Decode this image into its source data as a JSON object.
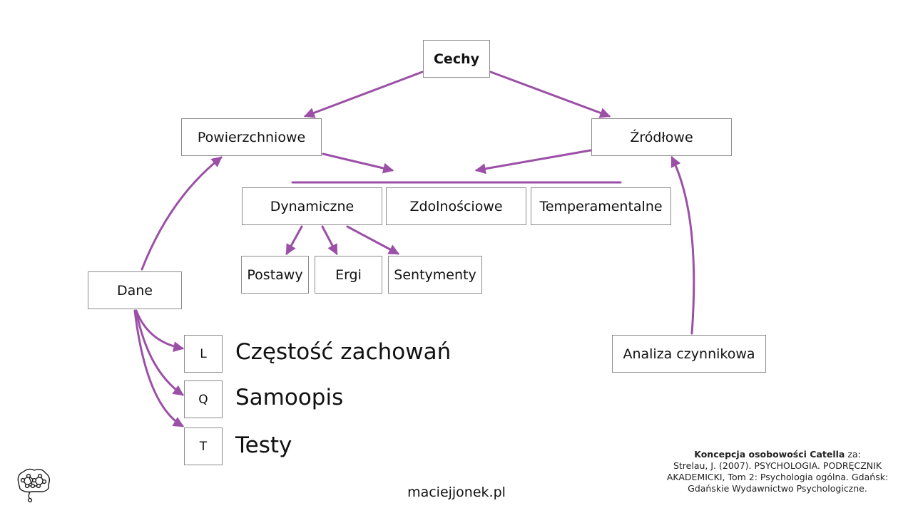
{
  "colors": {
    "arrow": "#9b4fa6",
    "box_border": "#8c8c8c"
  },
  "diagram": {
    "root": "Cechy",
    "surface": "Powierzchniowe",
    "source": "Źródłowe",
    "categories": [
      "Dynamiczne",
      "Zdolnościowe",
      "Temperamentalne"
    ],
    "dynamic_children": [
      "Postawy",
      "Ergi",
      "Sentymenty"
    ],
    "data": "Dane",
    "factor_analysis": "Analiza czynnikowa",
    "data_types": [
      {
        "letter": "L",
        "label": "Częstość zachowań"
      },
      {
        "letter": "Q",
        "label": "Samoopis"
      },
      {
        "letter": "T",
        "label": "Testy"
      }
    ]
  },
  "reference": {
    "title": "Koncepcja osobowości Catella",
    "title_suffix": " za:",
    "lines": [
      "Strelau, J. (2007). PSYCHOLOGIA. PODRĘCZNIK",
      "AKADEMICKI, Tom 2: Psychologia ogólna.  Gdańsk:",
      "Gdańskie Wydawnictwo Psychologiczne."
    ]
  },
  "footer": {
    "site": "maciejjonek.pl"
  },
  "logo": {
    "icon": "brain-network-icon"
  }
}
